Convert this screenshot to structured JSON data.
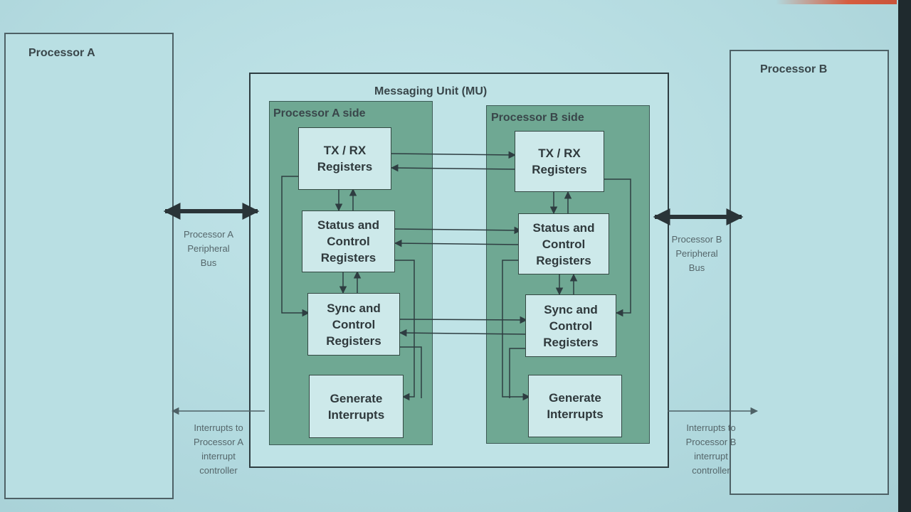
{
  "diagram": {
    "processor_a": {
      "title": "Processor A"
    },
    "processor_b": {
      "title": "Processor B"
    },
    "messaging_unit": {
      "title": "Messaging Unit (MU)",
      "side_a": {
        "title": "Processor A  side",
        "registers": {
          "txrx": "TX / RX\nRegisters",
          "status": "Status and\nControl\nRegisters",
          "sync": "Sync and\nControl\nRegisters",
          "interrupts": "Generate\nInterrupts"
        }
      },
      "side_b": {
        "title": "Processor B side",
        "registers": {
          "txrx": "TX / RX\nRegisters",
          "status": "Status and\nControl\nRegisters",
          "sync": "Sync and\nControl\nRegisters",
          "interrupts": "Generate\nInterrupts"
        }
      }
    },
    "bus_a_label": "Processor A\nPeripheral\nBus",
    "bus_b_label": "Processor B\nPeripheral\nBus",
    "irq_a_label": "Interrupts to\nProcessor A\ninterrupt\ncontroller",
    "irq_b_label": "Interrupts to\nProcessor B\ninterrupt\ncontroller"
  },
  "colors": {
    "background": "#b6dde2",
    "side_panel": "#6fa893",
    "register_fill": "#cde9ea",
    "line": "#2e3d41",
    "projector_edge": "#d65c3e"
  }
}
